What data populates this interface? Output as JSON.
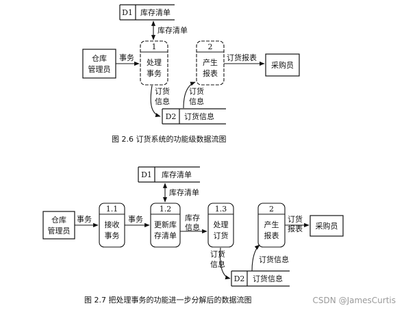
{
  "fig1": {
    "d1_id": "D1",
    "d1_name": "库存清单",
    "d1_flow": "库存清单",
    "entity_a": [
      "仓库",
      "管理员"
    ],
    "flow_a": "事务",
    "p1_num": "1",
    "p1_label": [
      "处理",
      "事务"
    ],
    "p2_num": "2",
    "p2_label": [
      "产生",
      "报表"
    ],
    "flow_report": "订货报表",
    "entity_b": "采购员",
    "flow_p1_d2": [
      "订货",
      "信息"
    ],
    "flow_d2_p2": [
      "订货",
      "信息"
    ],
    "d2_id": "D2",
    "d2_name": "订货信息",
    "caption": "图 2.6    订货系统的功能级数据流图"
  },
  "fig2": {
    "d1_id": "D1",
    "d1_name": "库存清单",
    "d1_flow": "库存清单",
    "entity_a": [
      "仓库",
      "管理员"
    ],
    "flow_a": "事务",
    "p11_num": "1.1",
    "p11_label": [
      "接收",
      "事务"
    ],
    "flow_11_12": "事务",
    "p12_num": "1.2",
    "p12_label": [
      "更新库",
      "存清单"
    ],
    "flow_12_13": [
      "库存",
      "信息"
    ],
    "p13_num": "1.3",
    "p13_label": [
      "处理",
      "订货"
    ],
    "p2_num": "2",
    "p2_label": [
      "产生",
      "报表"
    ],
    "flow_report": [
      "订货",
      "报表"
    ],
    "entity_b": "采购员",
    "flow_13_d2": [
      "订货",
      "信息"
    ],
    "flow_d2_p2": "订货信息",
    "d2_id": "D2",
    "d2_name": "订货信息",
    "caption": "图 2.7    把处理事务的功能进一步分解后的数据流图"
  },
  "watermark": "CSDN @JamesCurtis"
}
